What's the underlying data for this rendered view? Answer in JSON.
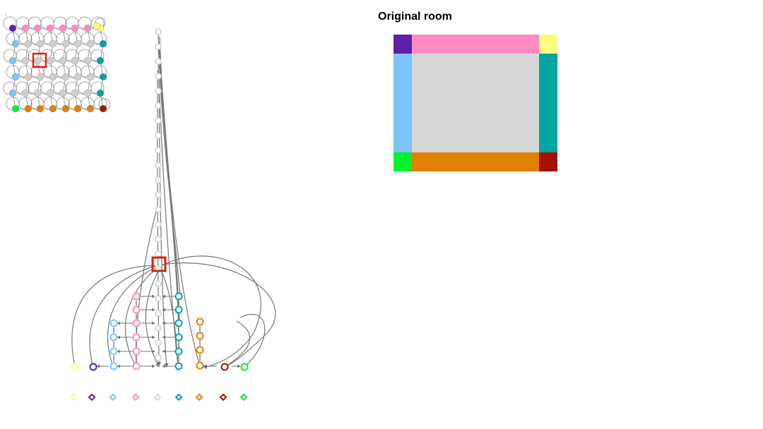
{
  "room": {
    "title": "Original room",
    "colors": {
      "corner_top_left": "#5b22a8",
      "wall_top": "#ff8ac3",
      "corner_top_right": "#fdfb7e",
      "wall_left": "#7cc4fb",
      "interior": "#d7d7d7",
      "wall_right": "#01a5a1",
      "corner_bottom_left": "#00f22f",
      "wall_bottom": "#e18002",
      "corner_bottom_right": "#a51300"
    }
  },
  "palette": {
    "yellow": "#fdfb7e",
    "purple": "#5b22a8",
    "lightblue": "#7cc4fb",
    "pink": "#ff8ac3",
    "gray": "#d7d7d7",
    "teal": "#01a5a1",
    "orange": "#e18002",
    "darkred": "#a51300",
    "green": "#00f22f",
    "edge": "#777777",
    "highlight": "#e02010"
  },
  "legend": {
    "items": [
      "yellow-corner",
      "purple-corner",
      "lightblue-wall",
      "pink-wall",
      "gray-interior",
      "teal-wall",
      "orange-wall",
      "darkred-corner",
      "green-corner"
    ]
  }
}
